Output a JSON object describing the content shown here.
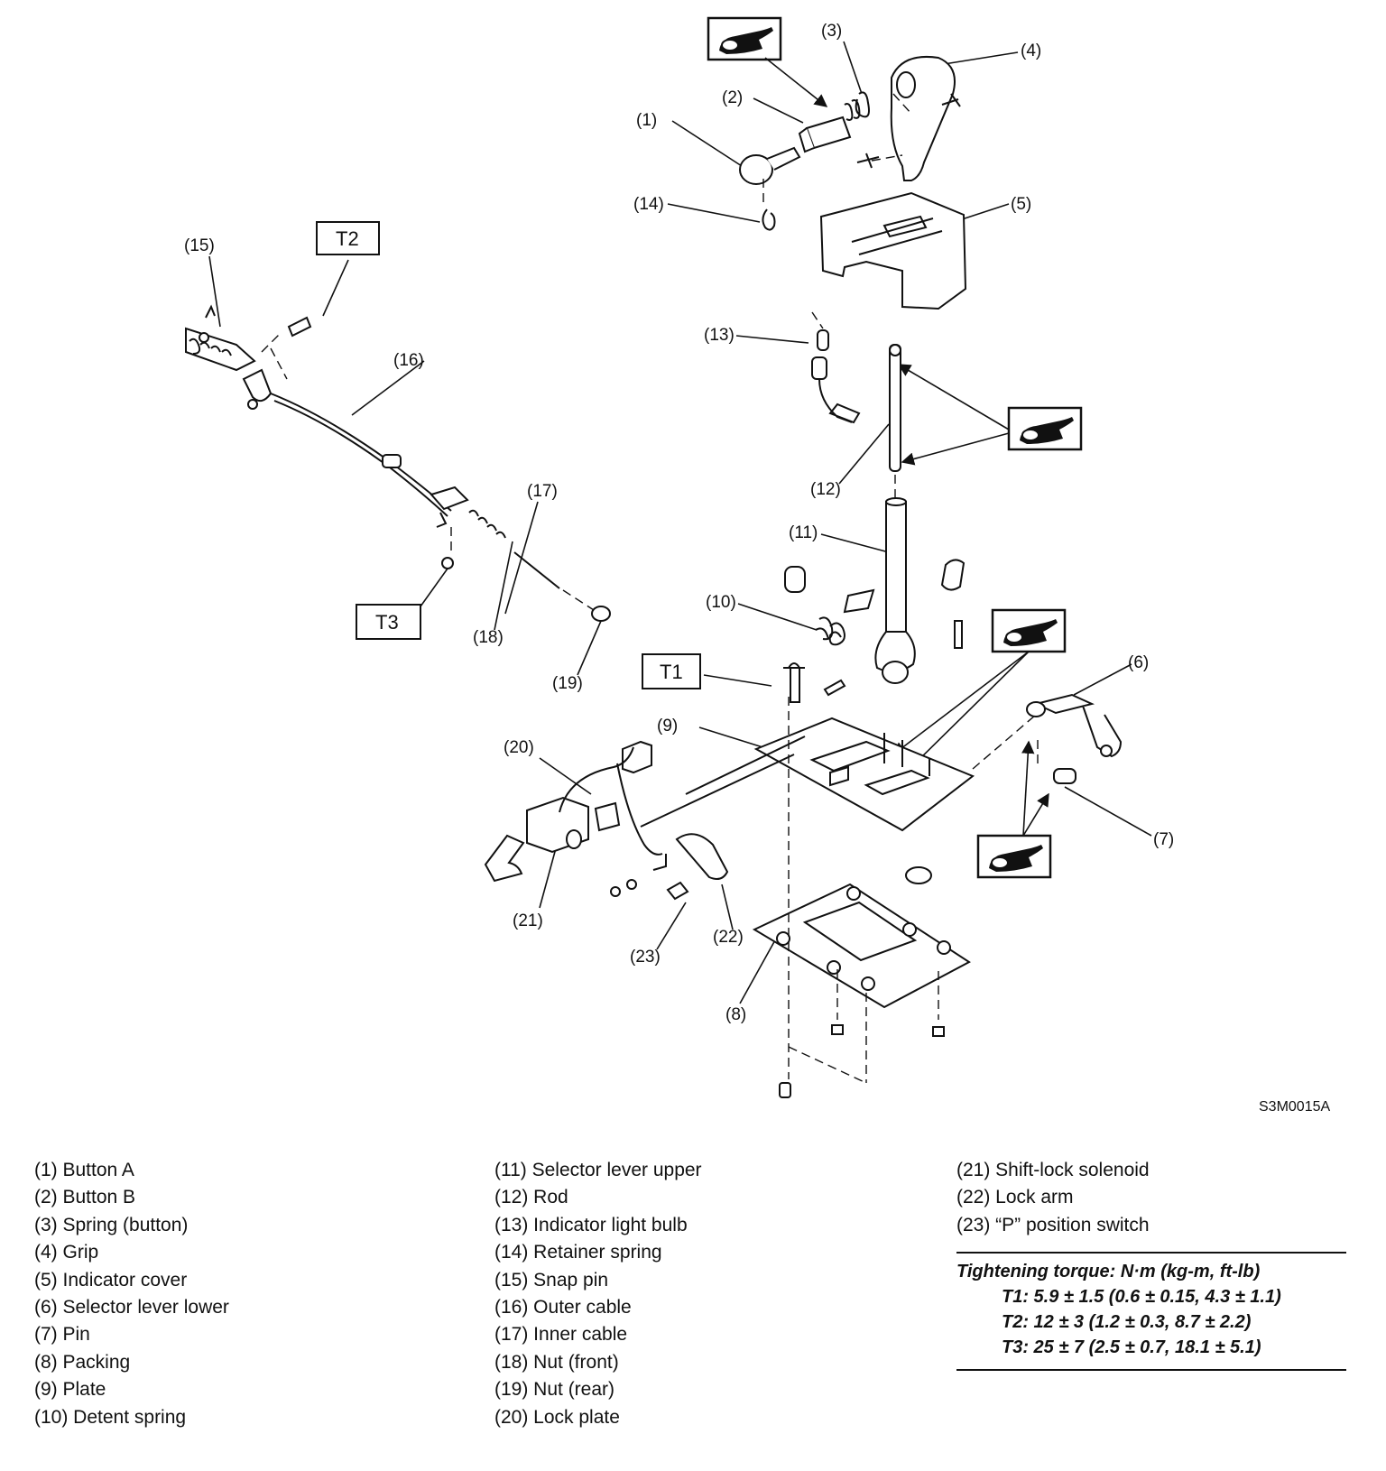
{
  "callouts": [
    "(1)",
    "(2)",
    "(3)",
    "(4)",
    "(5)",
    "(6)",
    "(7)",
    "(8)",
    "(9)",
    "(10)",
    "(11)",
    "(12)",
    "(13)",
    "(14)",
    "(15)",
    "(16)",
    "(17)",
    "(18)",
    "(19)",
    "(20)",
    "(21)",
    "(22)",
    "(23)"
  ],
  "torque_tags": [
    "T1",
    "T2",
    "T3"
  ],
  "figure_id": "S3M0015A",
  "parts": [
    "(1)  Button A",
    "(2)  Button B",
    "(3)  Spring (button)",
    "(4)  Grip",
    "(5)  Indicator cover",
    "(6)  Selector lever lower",
    "(7)  Pin",
    "(8)  Packing",
    "(9)  Plate",
    "(10) Detent spring",
    "(11) Selector lever upper",
    "(12) Rod",
    "(13) Indicator light bulb",
    "(14) Retainer spring",
    "(15) Snap pin",
    "(16) Outer cable",
    "(17) Inner cable",
    "(18) Nut (front)",
    "(19) Nut (rear)",
    "(20) Lock plate",
    "(21) Shift-lock solenoid",
    "(22) Lock arm",
    "(23) “P” position switch"
  ],
  "torque": {
    "title": "Tightening torque: N·m (kg-m, ft-lb)",
    "rows": [
      "T1: 5.9 ± 1.5 (0.6 ± 0.15, 4.3 ± 1.1)",
      "T2: 12 ± 3 (1.2 ± 0.3, 8.7 ± 2.2)",
      "T3: 25 ± 7 (2.5 ± 0.7, 18.1 ± 5.1)"
    ]
  },
  "icons": [
    "grease-gun-icon"
  ]
}
